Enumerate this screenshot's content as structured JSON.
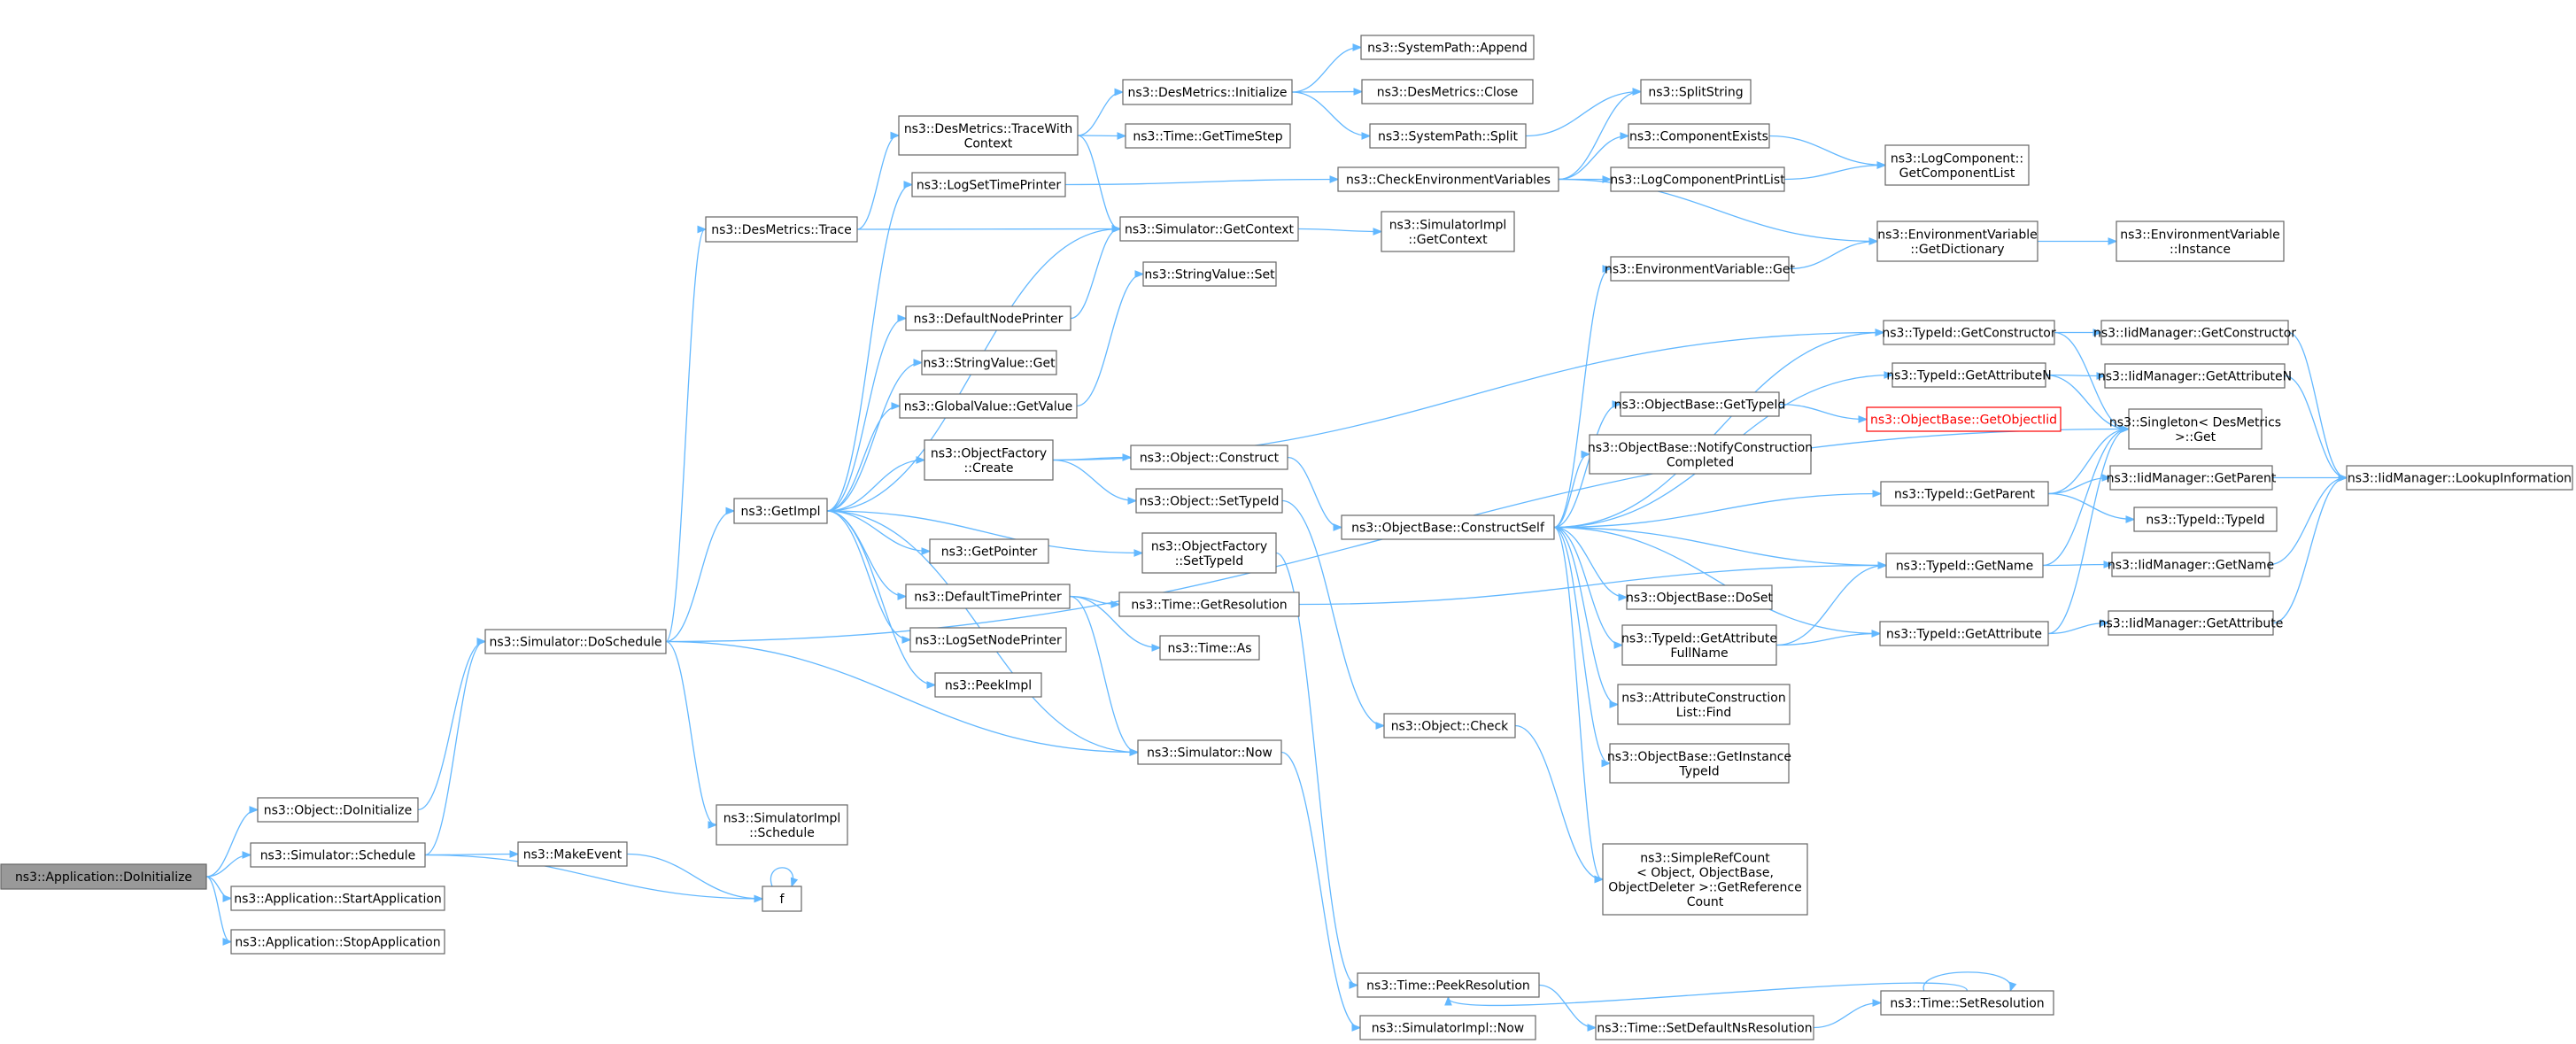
{
  "diagram": {
    "nodes": [
      {
        "id": "app_doinit",
        "lines": [
          "ns3::Application::DoInitialize"
        ],
        "root": true
      },
      {
        "id": "obj_doinit",
        "lines": [
          "ns3::Object::DoInitialize"
        ]
      },
      {
        "id": "sim_schedule",
        "lines": [
          "ns3::Simulator::Schedule"
        ]
      },
      {
        "id": "app_start",
        "lines": [
          "ns3::Application::StartApplication"
        ]
      },
      {
        "id": "app_stop",
        "lines": [
          "ns3::Application::StopApplication"
        ]
      },
      {
        "id": "sim_dosched",
        "lines": [
          "ns3::Simulator::DoSchedule"
        ]
      },
      {
        "id": "makeevent",
        "lines": [
          "ns3::MakeEvent"
        ]
      },
      {
        "id": "f",
        "lines": [
          "f"
        ]
      },
      {
        "id": "des_trace",
        "lines": [
          "ns3::DesMetrics::Trace"
        ]
      },
      {
        "id": "getimpl",
        "lines": [
          "ns3::GetImpl"
        ]
      },
      {
        "id": "simimpl_sched",
        "lines": [
          "ns3::SimulatorImpl",
          "::Schedule"
        ]
      },
      {
        "id": "des_tracectx",
        "lines": [
          "ns3::DesMetrics::TraceWith",
          "Context"
        ]
      },
      {
        "id": "logsettime",
        "lines": [
          "ns3::LogSetTimePrinter"
        ]
      },
      {
        "id": "defnodeprinter",
        "lines": [
          "ns3::DefaultNodePrinter"
        ]
      },
      {
        "id": "strval_get",
        "lines": [
          "ns3::StringValue::Get"
        ]
      },
      {
        "id": "gv_getvalue",
        "lines": [
          "ns3::GlobalValue::GetValue"
        ]
      },
      {
        "id": "objfac_create",
        "lines": [
          "ns3::ObjectFactory",
          "::Create"
        ]
      },
      {
        "id": "getpointer",
        "lines": [
          "ns3::GetPointer"
        ]
      },
      {
        "id": "deftimeprinter",
        "lines": [
          "ns3::DefaultTimePrinter"
        ]
      },
      {
        "id": "logsetnode",
        "lines": [
          "ns3::LogSetNodePrinter"
        ]
      },
      {
        "id": "peekimpl",
        "lines": [
          "ns3::PeekImpl"
        ]
      },
      {
        "id": "des_init",
        "lines": [
          "ns3::DesMetrics::Initialize"
        ]
      },
      {
        "id": "time_gettimestep",
        "lines": [
          "ns3::Time::GetTimeStep"
        ]
      },
      {
        "id": "sim_getctx",
        "lines": [
          "ns3::Simulator::GetContext"
        ]
      },
      {
        "id": "strval_set",
        "lines": [
          "ns3::StringValue::Set"
        ]
      },
      {
        "id": "obj_construct",
        "lines": [
          "ns3::Object::Construct"
        ]
      },
      {
        "id": "obj_settypeid",
        "lines": [
          "ns3::Object::SetTypeId"
        ]
      },
      {
        "id": "objfac_settypeid",
        "lines": [
          "ns3::ObjectFactory",
          "::SetTypeId"
        ]
      },
      {
        "id": "time_getres",
        "lines": [
          "ns3::Time::GetResolution"
        ]
      },
      {
        "id": "time_as",
        "lines": [
          "ns3::Time::As"
        ]
      },
      {
        "id": "sim_now",
        "lines": [
          "ns3::Simulator::Now"
        ]
      },
      {
        "id": "sp_append",
        "lines": [
          "ns3::SystemPath::Append"
        ]
      },
      {
        "id": "des_close",
        "lines": [
          "ns3::DesMetrics::Close"
        ]
      },
      {
        "id": "sp_split",
        "lines": [
          "ns3::SystemPath::Split"
        ]
      },
      {
        "id": "checkenv",
        "lines": [
          "ns3::CheckEnvironmentVariables"
        ]
      },
      {
        "id": "simimpl_getctx",
        "lines": [
          "ns3::SimulatorImpl",
          "::GetContext"
        ]
      },
      {
        "id": "obj_check",
        "lines": [
          "ns3::Object::Check"
        ]
      },
      {
        "id": "time_peekres",
        "lines": [
          "ns3::Time::PeekResolution"
        ]
      },
      {
        "id": "simimpl_now",
        "lines": [
          "ns3::SimulatorImpl::Now"
        ]
      },
      {
        "id": "splitstring",
        "lines": [
          "ns3::SplitString"
        ]
      },
      {
        "id": "compexists",
        "lines": [
          "ns3::ComponentExists"
        ]
      },
      {
        "id": "logcompprint",
        "lines": [
          "ns3::LogComponentPrintList"
        ]
      },
      {
        "id": "envvar_get",
        "lines": [
          "ns3::EnvironmentVariable::Get"
        ]
      },
      {
        "id": "ob_construct",
        "lines": [
          "ns3::ObjectBase::ConstructSelf"
        ]
      },
      {
        "id": "ob_gettypeid",
        "lines": [
          "ns3::ObjectBase::GetTypeId"
        ]
      },
      {
        "id": "ob_notify",
        "lines": [
          "ns3::ObjectBase::NotifyConstruction",
          "Completed"
        ]
      },
      {
        "id": "ob_doset",
        "lines": [
          "ns3::ObjectBase::DoSet"
        ]
      },
      {
        "id": "tid_getattrfull",
        "lines": [
          "ns3::TypeId::GetAttribute",
          "FullName"
        ]
      },
      {
        "id": "acl_find",
        "lines": [
          "ns3::AttributeConstruction",
          "List::Find"
        ]
      },
      {
        "id": "ob_getinst",
        "lines": [
          "ns3::ObjectBase::GetInstance",
          "TypeId"
        ]
      },
      {
        "id": "srefcount",
        "lines": [
          "ns3::SimpleRefCount",
          "< Object, ObjectBase,",
          "ObjectDeleter >::GetReference",
          "Count"
        ]
      },
      {
        "id": "time_setdefns",
        "lines": [
          "ns3::Time::SetDefaultNsResolution"
        ]
      },
      {
        "id": "time_setres",
        "lines": [
          "ns3::Time::SetResolution"
        ]
      },
      {
        "id": "logcomp_getlist",
        "lines": [
          "ns3::LogComponent::",
          "GetComponentList"
        ]
      },
      {
        "id": "envvar_getdict",
        "lines": [
          "ns3::EnvironmentVariable",
          "::GetDictionary"
        ]
      },
      {
        "id": "envvar_inst",
        "lines": [
          "ns3::EnvironmentVariable",
          "::Instance"
        ]
      },
      {
        "id": "tid_getctor",
        "lines": [
          "ns3::TypeId::GetConstructor"
        ]
      },
      {
        "id": "tid_getattrn",
        "lines": [
          "ns3::TypeId::GetAttributeN"
        ]
      },
      {
        "id": "ob_getobjectiid",
        "lines": [
          "ns3::ObjectBase::GetObjectIid"
        ],
        "truncated": true
      },
      {
        "id": "tid_getparent",
        "lines": [
          "ns3::TypeId::GetParent"
        ]
      },
      {
        "id": "tid_typeid",
        "lines": [
          "ns3::TypeId::TypeId"
        ]
      },
      {
        "id": "tid_getname",
        "lines": [
          "ns3::TypeId::GetName"
        ]
      },
      {
        "id": "tid_getattr",
        "lines": [
          "ns3::TypeId::GetAttribute"
        ]
      },
      {
        "id": "iid_getctor",
        "lines": [
          "ns3::IidManager::GetConstructor"
        ]
      },
      {
        "id": "iid_getattrn",
        "lines": [
          "ns3::IidManager::GetAttributeN"
        ]
      },
      {
        "id": "singleton_get",
        "lines": [
          "ns3::Singleton< DesMetrics",
          ">::Get"
        ]
      },
      {
        "id": "iid_getparent",
        "lines": [
          "ns3::IidManager::GetParent"
        ]
      },
      {
        "id": "iid_getname",
        "lines": [
          "ns3::IidManager::GetName"
        ]
      },
      {
        "id": "iid_getattr",
        "lines": [
          "ns3::IidManager::GetAttribute"
        ]
      },
      {
        "id": "iid_lookup",
        "lines": [
          "ns3::IidManager::LookupInformation"
        ]
      }
    ]
  }
}
